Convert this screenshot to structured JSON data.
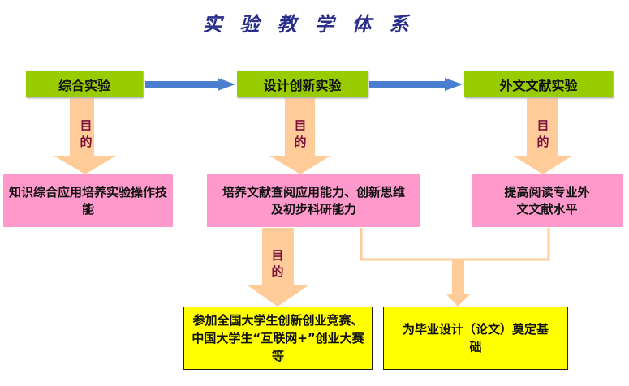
{
  "title": "实验教学体系",
  "experiments": [
    "综合实验",
    "设计创新实验",
    "外文文献实验"
  ],
  "arrow_label": "目的",
  "purposes": [
    "知识综合应用培养实验操作技能",
    "培养文献查阅应用能力、创新思维及初步科研能力",
    "提高阅读专业外文文献水平"
  ],
  "outcomes": [
    "参加全国大学生创新创业竞赛、中国大学生“互联网+”创业大赛等",
    "为毕业设计（论文）奠定基础"
  ],
  "colors": {
    "green": "#99cc00",
    "pink": "#ff99cc",
    "yellow": "#ffff00",
    "orange_arrow": "#ffcc99",
    "blue_arrow": "#4a7fd0"
  }
}
